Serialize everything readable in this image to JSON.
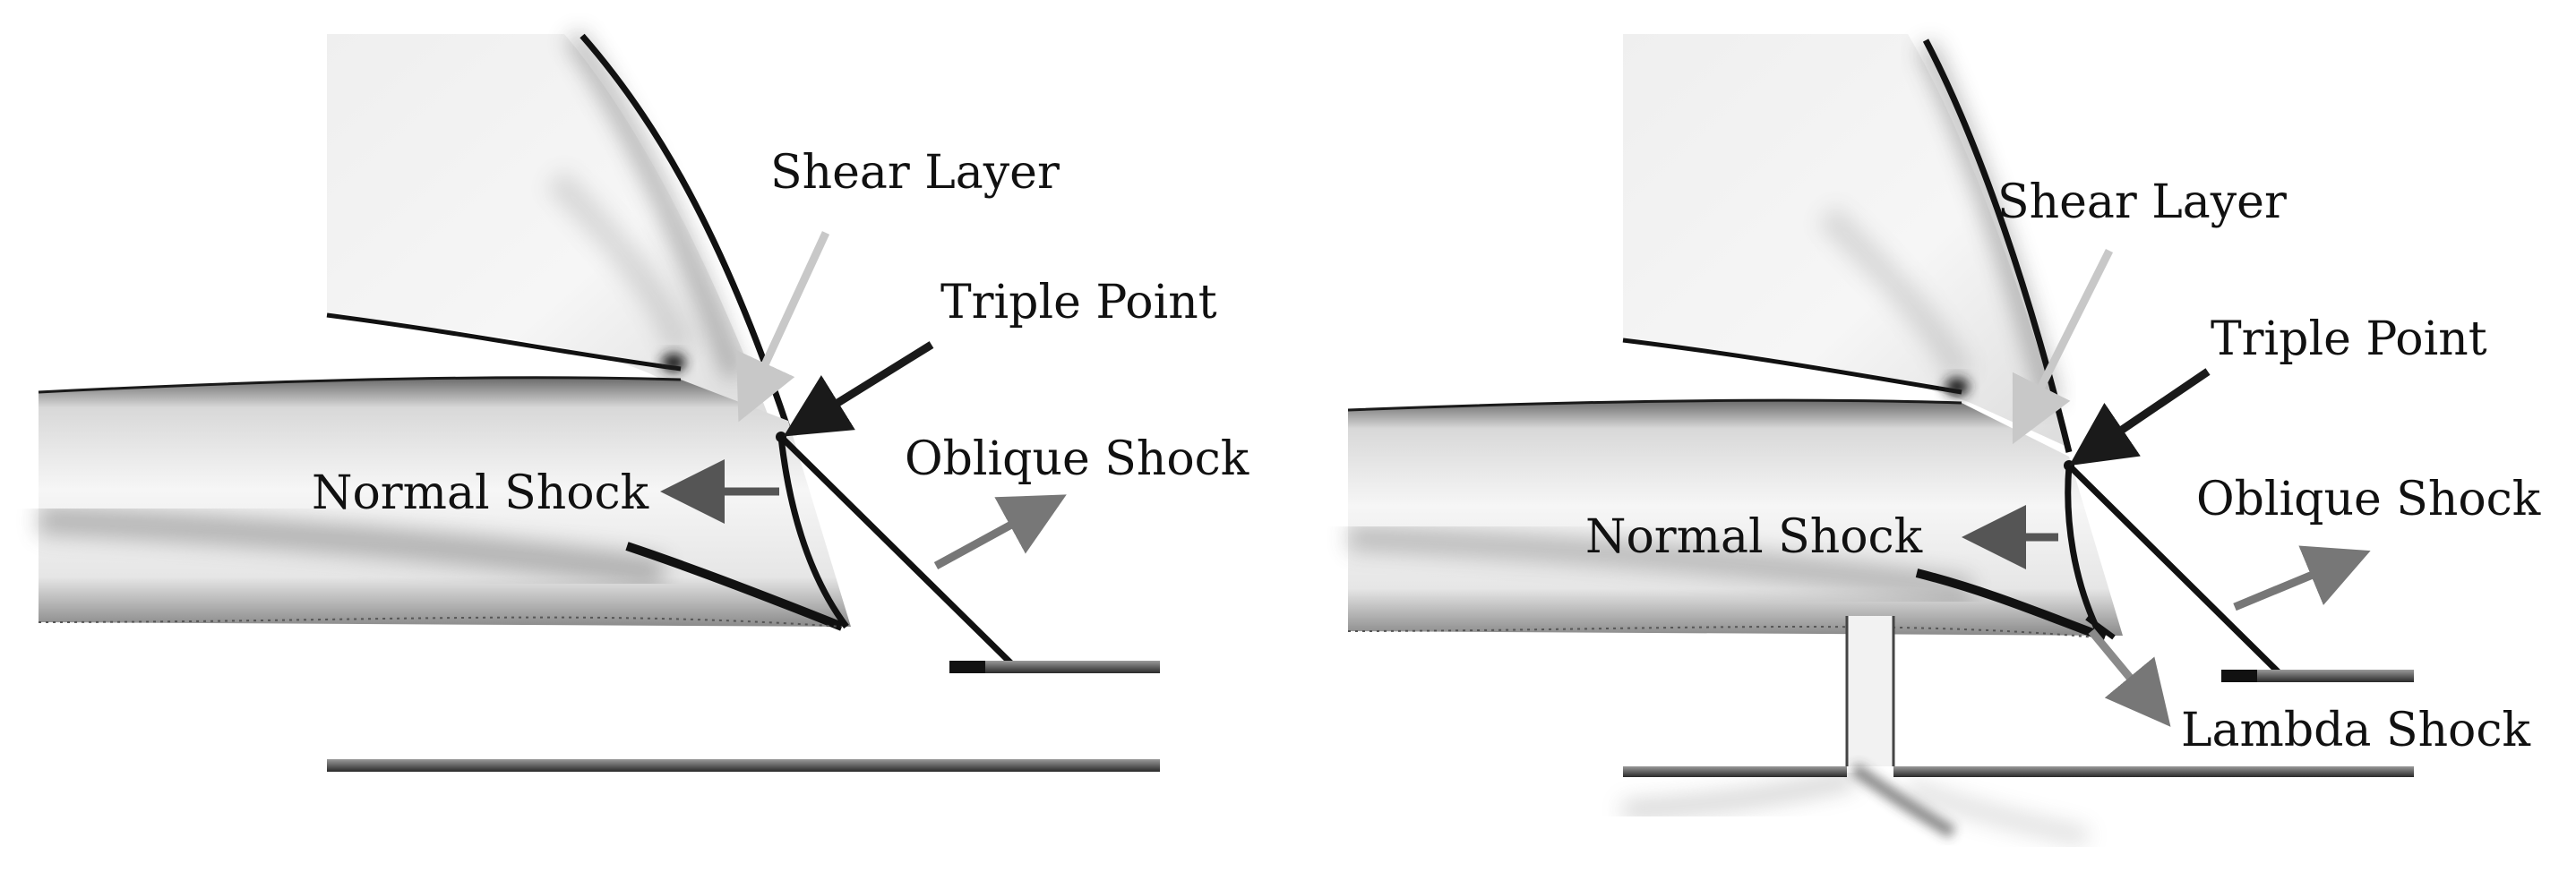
{
  "panels": [
    {
      "id": "left",
      "labels": {
        "shear_layer": "Shear Layer",
        "triple_point": "Triple Point",
        "normal_shock": "Normal Shock",
        "oblique_shock": "Oblique Shock"
      }
    },
    {
      "id": "right",
      "labels": {
        "shear_layer": "Shear Layer",
        "triple_point": "Triple Point",
        "normal_shock": "Normal Shock",
        "oblique_shock": "Oblique Shock",
        "lambda_shock": "Lambda Shock"
      }
    }
  ],
  "colors": {
    "shock_line": "#111111",
    "arrow_dark": "#1a1a1a",
    "arrow_mid": "#555555",
    "arrow_grey": "#777777",
    "arrow_light": "#c8c8c8",
    "flow_shade": "#d4d4d4"
  }
}
